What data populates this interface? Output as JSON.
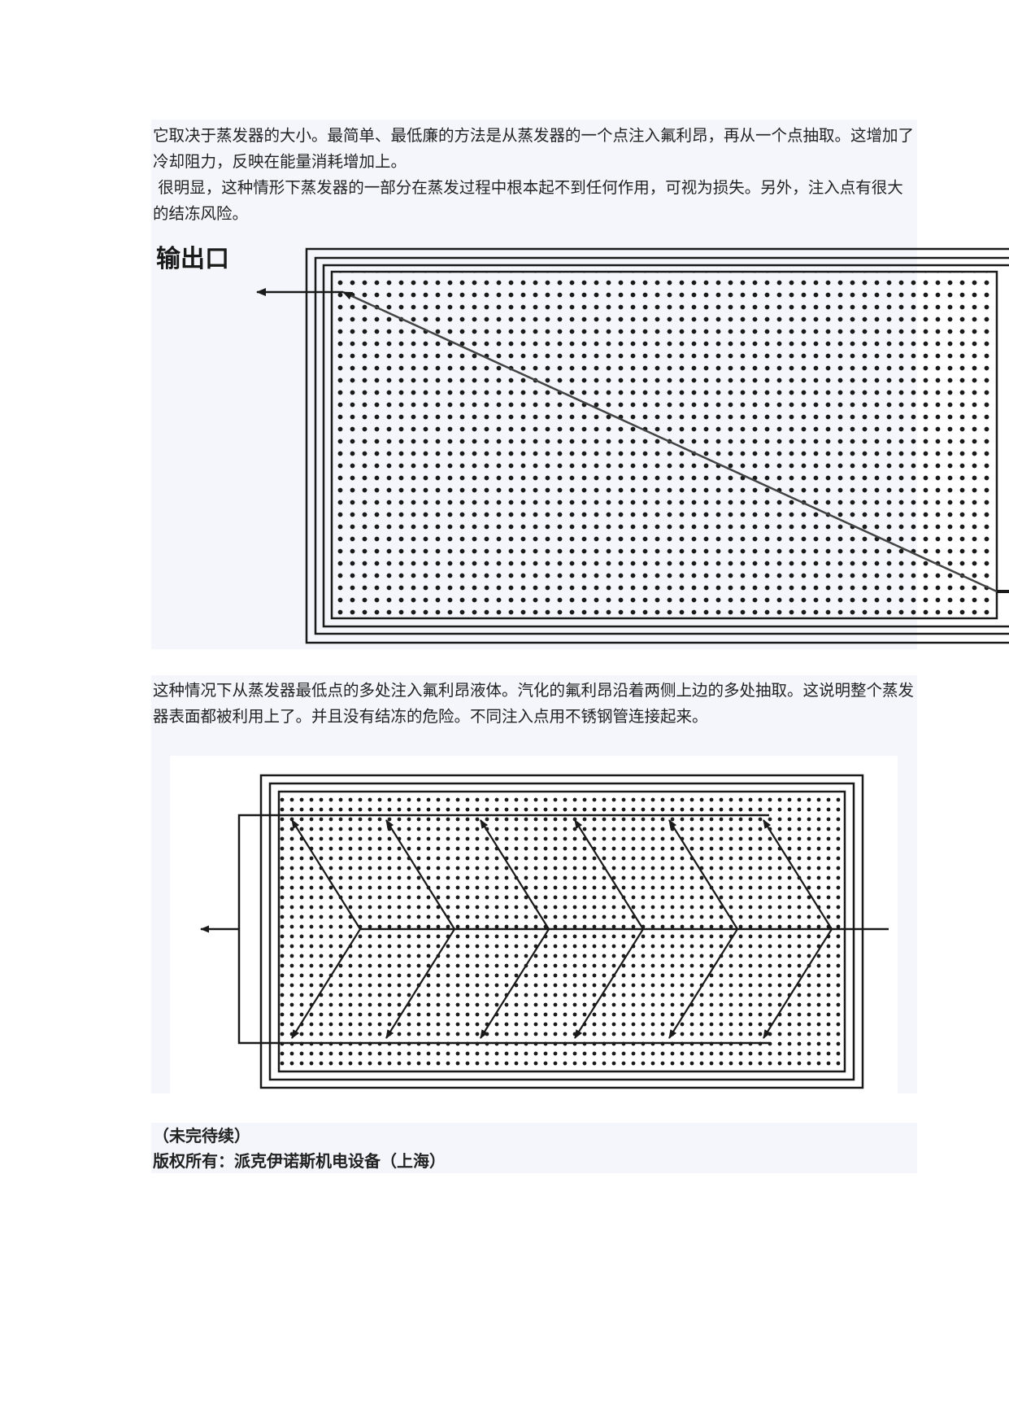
{
  "paragraphs": {
    "p1": "它取决于蒸发器的大小。最简单、最低廉的方法是从蒸发器的一个点注入氟利昂，再从一个点抽取。这增加了冷却阻力，反映在能量消耗增加上。",
    "p2": " 很明显，这种情形下蒸发器的一部分在蒸发过程中根本起不到任何作用，可视为损失。另外，注入点有很大的结冻风险。",
    "p3": "这种情况下从蒸发器最低点的多处注入氟利昂液体。汽化的氟利昂沿着两侧上边的多处抽取。这说明整个蒸发器表面都被利用上了。并且没有结冻的危险。不同注入点用不锈钢管连接起来。"
  },
  "figure1": {
    "label": "输出口"
  },
  "footer": {
    "continued": "（未完待续）",
    "copyright": "版权所有：派克伊诺斯机电设备（上海）"
  },
  "colors": {
    "band": "#f4f6fb",
    "text": "#222222",
    "line": "#1a1a1a"
  }
}
